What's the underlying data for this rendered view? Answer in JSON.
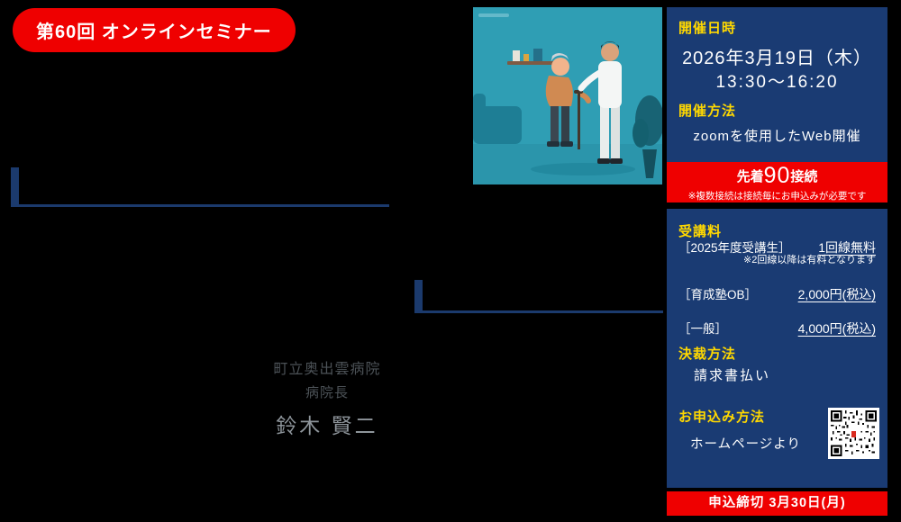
{
  "badge": {
    "label": "第60回 オンラインセミナー"
  },
  "panel": {
    "datetime_heading": "開催日時",
    "date": "2026年3月19日（木）",
    "time": "13:30〜16:20",
    "method_heading": "開催方法",
    "method_value": "zoomを使用したWeb開催",
    "capacity": {
      "prefix": "先着",
      "number": "90",
      "suffix": "接続",
      "note": "※複数接続は接続毎にお申込みが必要です"
    },
    "fee_heading": "受講料",
    "fee_rows": [
      {
        "label": "［2025年度受講生］",
        "value": "1回線無料"
      },
      {
        "label": "［育成塾OB］",
        "value": "2,000円(税込)"
      },
      {
        "label": "［一般］",
        "value": "4,000円(税込)"
      }
    ],
    "fee_note": "※2回線以降は有料となります",
    "payment_heading": "決裁方法",
    "payment_value": "請求書払い",
    "apply_heading": "お申込み方法",
    "apply_value": "ホームページより",
    "deadline": "申込締切 3月30日(月)"
  },
  "speaker": {
    "org": "町立奥出雲病院",
    "title": "病院長",
    "name": "鈴木 賢二"
  },
  "colors": {
    "accent_red": "#ef0000",
    "panel_navy": "#1a3b73",
    "heading_yellow": "#ffd800",
    "illustration_teal": "#2f9eb4"
  }
}
